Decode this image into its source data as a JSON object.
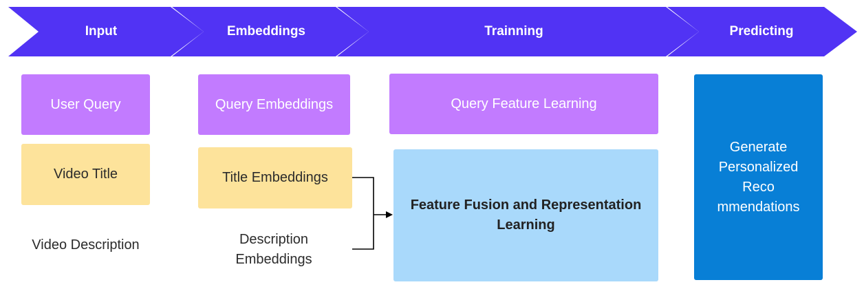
{
  "stages": [
    "Input",
    "Embeddings",
    "Trainning",
    "Predicting"
  ],
  "colors": {
    "banner": "#5133f4",
    "purple": "#c27bff",
    "yellow": "#fde39b",
    "light_blue": "#a9d9fb",
    "dark_blue": "#087fd6"
  },
  "input": {
    "user_query": "User Query",
    "video_title": "Video Title",
    "video_description": "Video Description"
  },
  "embeddings": {
    "query_embeddings": "Query Embeddings",
    "title_embeddings": "Title Embeddings",
    "description_embeddings": "Description\nEmbeddings"
  },
  "training": {
    "query_feature_learning": "Query Feature Learning",
    "feature_fusion": "Feature Fusion and Representation\nLearning"
  },
  "predicting": {
    "recommendations": "Generate\nPersonalized Reco\nmmendations"
  }
}
